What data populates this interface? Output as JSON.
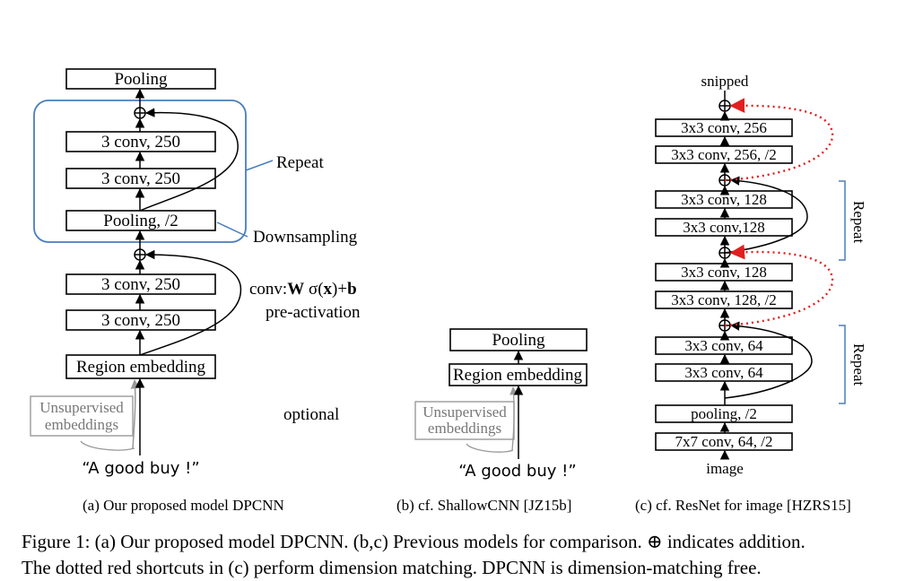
{
  "panel_a": {
    "pooling": "Pooling",
    "conv_top1": "3 conv, 250",
    "conv_top2": "3 conv, 250",
    "pooling_half": "Pooling, /2",
    "repeat": "Repeat",
    "downsampling": "Downsampling",
    "conv_bot1": "3 conv, 250",
    "conv_bot2": "3 conv, 250",
    "conv_formula_prefix": "conv:",
    "conv_formula_W": "W",
    "conv_formula_sigma": " σ(",
    "conv_formula_x": "x",
    "conv_formula_plus": ")+",
    "conv_formula_b": "b",
    "pre_activation": "pre-activation",
    "region_embedding": "Region embedding",
    "unsup_line1": "Unsupervised",
    "unsup_line2": "embeddings",
    "optional": "optional",
    "input_text": "“A good buy !”",
    "caption": "(a)  Our proposed model DPCNN"
  },
  "panel_b": {
    "pooling": "Pooling",
    "region_embedding": "Region embedding",
    "unsup_line1": "Unsupervised",
    "unsup_line2": "embeddings",
    "input_text": "“A good buy !”",
    "caption": "(b)  cf. ShallowCNN [JZ15b]"
  },
  "panel_c": {
    "snipped": "snipped",
    "c1": "3x3 conv, 256",
    "c2": "3x3 conv, 256, /2",
    "c3": "3x3 conv, 128",
    "c4": "3x3 conv,128",
    "c5": "3x3 conv, 128",
    "c6": "3x3 conv, 128, /2",
    "c7": "3x3 conv, 64",
    "c8": "3x3 conv, 64",
    "c9": "pooling, /2",
    "c10": "7x7 conv, 64, /2",
    "image": "image",
    "repeat1": "Repeat",
    "repeat2": "Repeat",
    "caption": "(c)  cf. ResNet for image [HZRS15]"
  },
  "figure_caption": {
    "line1": "Figure 1:  (a) Our proposed model DPCNN. (b,c) Previous models for comparison.  ⊕ indicates addition.",
    "line2": "The dotted red shortcuts in (c) perform dimension matching. DPCNN is dimension-matching free."
  },
  "colors": {
    "repeat_box": "#4a7ebb",
    "dotted_shortcut": "#e02020",
    "gray_text": "#777777"
  }
}
